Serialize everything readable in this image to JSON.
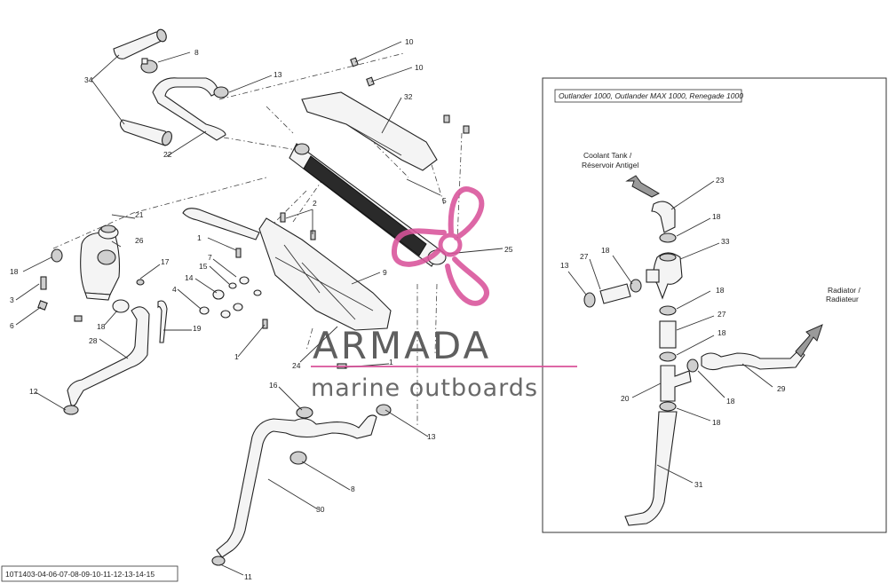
{
  "callouts": [
    "1",
    "2",
    "3",
    "4",
    "5",
    "6",
    "7",
    "8",
    "9",
    "10",
    "11",
    "12",
    "13",
    "14",
    "15",
    "16",
    "17",
    "18",
    "19",
    "20",
    "21",
    "22",
    "23",
    "24",
    "25",
    "26",
    "27",
    "28",
    "29",
    "30",
    "31",
    "32",
    "33",
    "34"
  ],
  "inset": {
    "models": "Outlander 1000, Outlander MAX 1000, Renegade 1000",
    "coolant_tank_en": "Coolant Tank /",
    "coolant_tank_fr": "Réservoir Antigel",
    "radiator_en": "Radiator /",
    "radiator_fr": "Radiateur"
  },
  "diagram_code": "10T1403-04-06-07-08-09-10-11-12-13-14-15",
  "watermark": {
    "brand": "ARMADA",
    "tagline": "marine outboards",
    "colors": {
      "pink": "#d9539a",
      "gray": "#4a4a4a"
    }
  }
}
